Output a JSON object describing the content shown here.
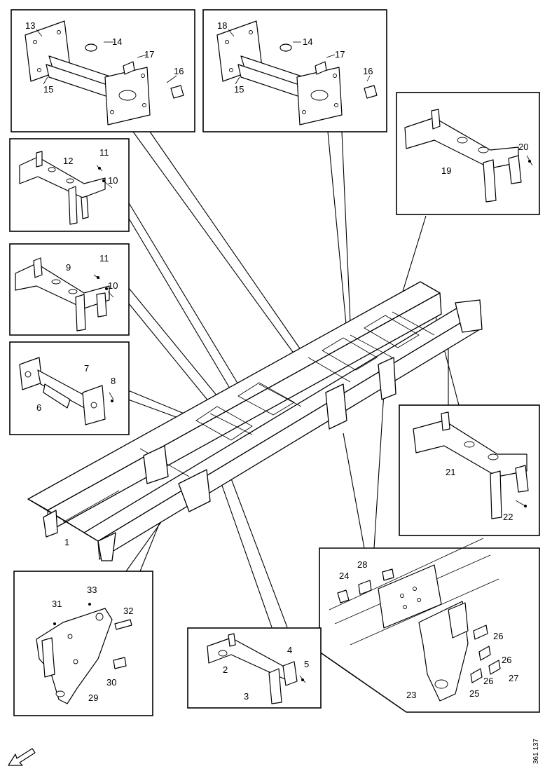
{
  "document_number": "361 137",
  "callouts": {
    "1": "1",
    "2": "2",
    "3": "3",
    "4": "4",
    "5": "5",
    "6": "6",
    "7": "7",
    "8": "8",
    "9": "9",
    "10a": "10",
    "10b": "10",
    "11a": "11",
    "11b": "11",
    "12": "12",
    "13": "13",
    "14a": "14",
    "15a": "15",
    "16a": "16",
    "17a": "17",
    "18": "18",
    "14b": "14",
    "15b": "15",
    "16b": "16",
    "17b": "17",
    "19": "19",
    "20": "20",
    "21": "21",
    "22": "22",
    "23": "23",
    "24": "24",
    "25": "25",
    "26a": "26",
    "26b": "26",
    "26c": "26",
    "27": "27",
    "28": "28",
    "29": "29",
    "30": "30",
    "31": "31",
    "32": "32",
    "33": "33"
  },
  "icons": {
    "direction_arrow": "arrow-front-left-icon"
  }
}
